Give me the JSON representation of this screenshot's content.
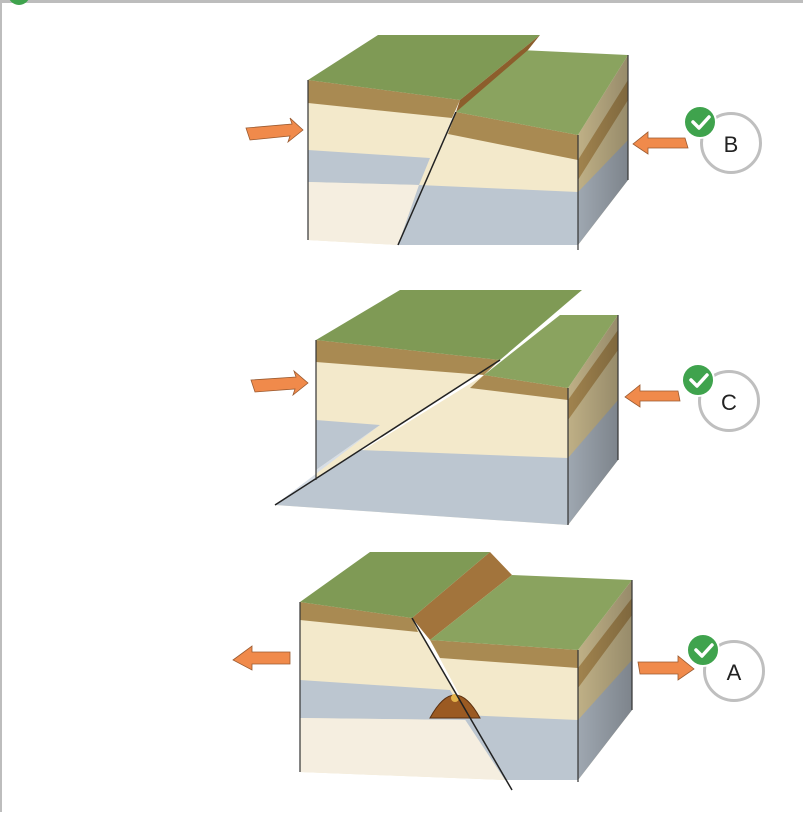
{
  "answers": [
    {
      "id": "top",
      "label": "B",
      "status": "correct",
      "icon": "check-icon"
    },
    {
      "id": "middle",
      "label": "C",
      "status": "correct",
      "icon": "check-icon"
    },
    {
      "id": "bottom",
      "label": "A",
      "status": "correct",
      "icon": "check-icon"
    }
  ],
  "colors": {
    "grass": "#7f9a55",
    "soil": "#a8864f",
    "sand": "#f1e6c6",
    "rock": "#b8c2cc",
    "arrow": "#f08a4b",
    "check": "#3fa34d"
  }
}
